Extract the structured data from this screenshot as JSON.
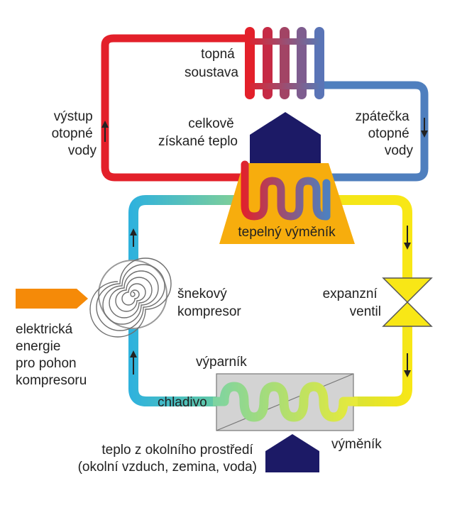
{
  "labels": {
    "heating_system": [
      "topná",
      "soustava"
    ],
    "supply_water": [
      "výstup",
      "otopné",
      "vody"
    ],
    "return_water": [
      "zpátečka",
      "otopné",
      "vody"
    ],
    "total_heat": [
      "celkově",
      "získané teplo"
    ],
    "heat_exchanger": "tepelný výměník",
    "scroll_compressor": [
      "šnekový",
      "kompresor"
    ],
    "expansion_valve": [
      "expanzní",
      "ventil"
    ],
    "electric_energy": [
      "elektrická",
      "energie",
      "pro pohon",
      "kompresoru"
    ],
    "evaporator": "výparník",
    "refrigerant": "chladivo",
    "exchanger": "výměník",
    "ambient_heat": [
      "teplo z okolního prostředí",
      "(okolní vzduch, zemina, voda)"
    ]
  },
  "colors": {
    "hot": "#e3202a",
    "return": "#4f7fbe",
    "navy": "#1c1a66",
    "exchanger_fill": "#f7ad0d",
    "evaporator_fill": "#d3d3d3",
    "arrow_orange": "#f58a08",
    "loop_cold": "#2fb2dd",
    "loop_warm": "#f8e716"
  }
}
